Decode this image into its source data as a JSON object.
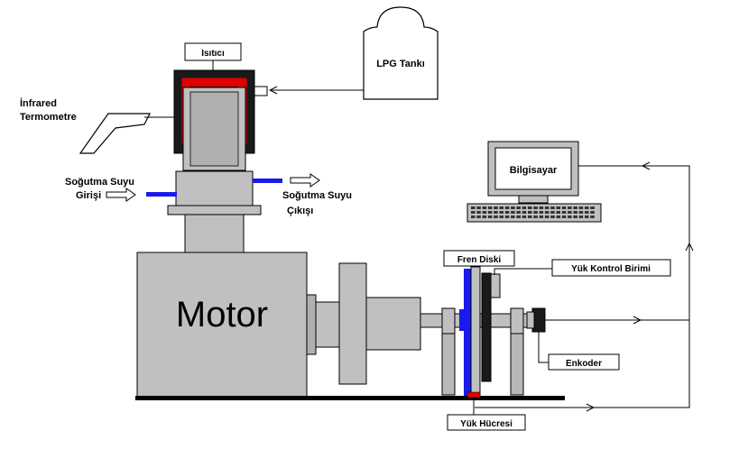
{
  "labels": {
    "heater": "Isıtıcı",
    "lpg_tank": "LPG Tankı",
    "infrared_line1": "İnfrared",
    "infrared_line2": "Termometre",
    "cooling_in_line1": "Soğutma Suyu",
    "cooling_in_line2": "Girişi",
    "cooling_out_line1": "Soğutma Suyu",
    "cooling_out_line2": "Çıkışı",
    "computer": "Bilgisayar",
    "brake_disc": "Fren Diski",
    "load_control": "Yük Kontrol Birimi",
    "motor": "Motor",
    "encoder": "Enkoder",
    "load_cell": "Yük Hücresi"
  },
  "colors": {
    "metal": "#c0c0c0",
    "metal_dark": "#a8a8a8",
    "heater_red": "#e00000",
    "water_blue": "#1a1aee",
    "line": "#000000"
  }
}
